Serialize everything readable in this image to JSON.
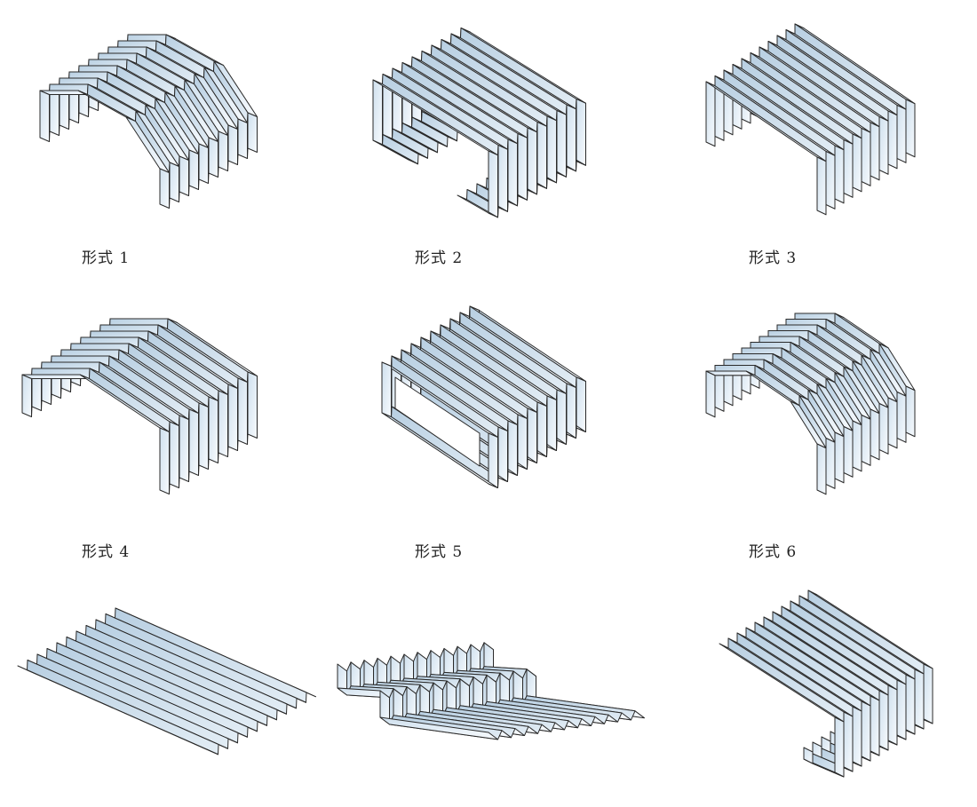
{
  "figures": [
    {
      "id": 1,
      "label": "形式 1",
      "shape": "arched-bellows"
    },
    {
      "id": 2,
      "label": "形式 2",
      "shape": "c-channel-bellows"
    },
    {
      "id": 3,
      "label": "形式 3",
      "shape": "l-profile-bellows"
    },
    {
      "id": 4,
      "label": "形式 4",
      "shape": "roof-bellows"
    },
    {
      "id": 5,
      "label": "形式 5",
      "shape": "rectangular-frame-bellows"
    },
    {
      "id": 6,
      "label": "形式 6",
      "shape": "stepped-arch-bellows"
    },
    {
      "id": 7,
      "label": null,
      "shape": "flat-bellows"
    },
    {
      "id": 8,
      "label": null,
      "shape": "flanged-flat-bellows"
    },
    {
      "id": 9,
      "label": null,
      "shape": "hooked-bellows"
    }
  ],
  "colors": {
    "face_light": "#f2f7fb",
    "face_dark": "#c3d7e7",
    "stroke": "#2a2a2a"
  }
}
